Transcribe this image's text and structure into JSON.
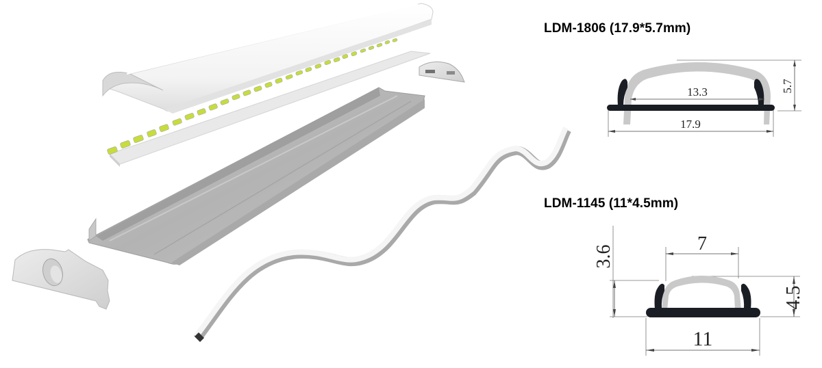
{
  "models": [
    {
      "name": "LDM-1806",
      "title": "LDM-1806 (17.9*5.7mm)",
      "dimensions": {
        "width": "17.9",
        "inner_width": "13.3",
        "height": "5.7"
      }
    },
    {
      "name": "LDM-1145",
      "title": "LDM-1145 (11*4.5mm)",
      "dimensions": {
        "width": "11",
        "inner_top_width": "7",
        "height": "4.5",
        "wall_height": "3.6"
      }
    }
  ],
  "illustration": {
    "components": [
      "diffuser-cover",
      "led-strip",
      "aluminum-channel",
      "end-cap-left",
      "end-cap-right",
      "flexible-profile"
    ],
    "colors": {
      "led": "#c8dc3c",
      "aluminum": "#b9b9b9",
      "cover": "#f4f4f4",
      "profile-dark": "#1a1d24",
      "diffuser-gray": "#c9c9c9"
    }
  }
}
